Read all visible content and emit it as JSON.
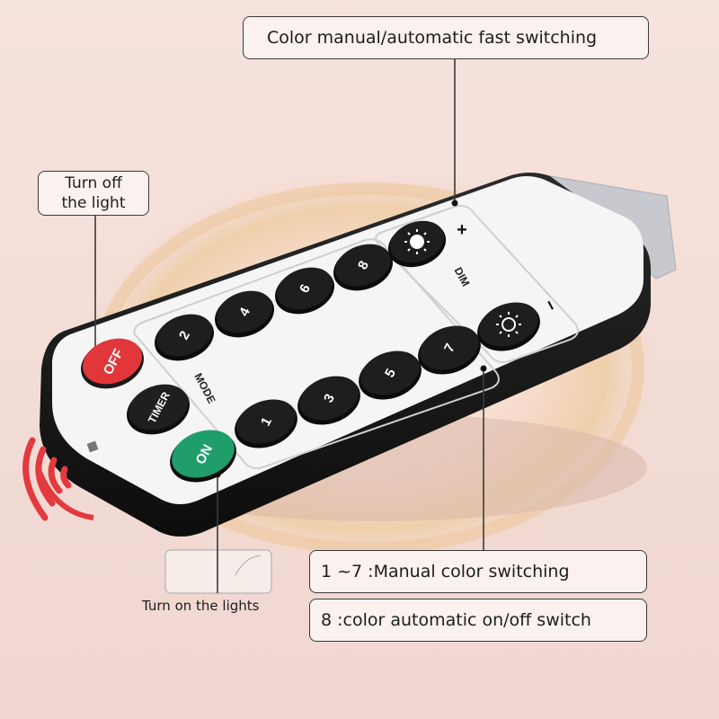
{
  "callouts": {
    "top": "Color manual/automatic fast switching",
    "off_line1": "Turn off",
    "off_line2": "the light",
    "manual": "1 ~7 :Manual color switching",
    "auto": "8 :color automatic on/off switch",
    "on": "Turn on the lights"
  },
  "remote": {
    "off_label": "OFF",
    "timer_label": "TIMER",
    "on_label": "ON",
    "mode_label": "MODE",
    "dim_label": "DIM",
    "plus_label": "+",
    "minus_label": "−",
    "numbers": [
      "1",
      "2",
      "3",
      "4",
      "5",
      "6",
      "7",
      "8"
    ]
  },
  "colors": {
    "off_button": "#e2373a",
    "on_button": "#1f9e6a",
    "body_black": "#151515",
    "face_white": "#f4f4f4",
    "signal_red": "#e23a3e"
  },
  "icons": [
    "sun-icon",
    "sun-outline-icon",
    "signal-waves-icon"
  ]
}
